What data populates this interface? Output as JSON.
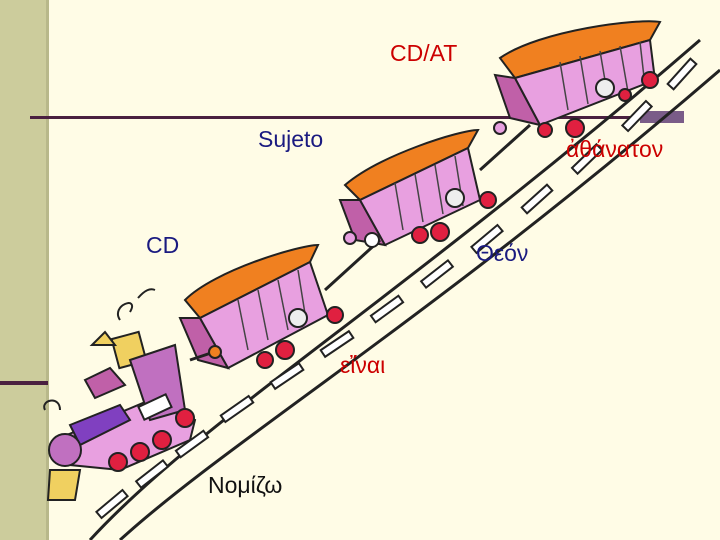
{
  "labels": {
    "cd_at": "CD/AT",
    "sujeto": "Sujeto",
    "athanaton": "ἀθάνατον",
    "cd": "CD",
    "theon": "Θεόν",
    "einai": "εἴναι",
    "nomizo": "Νομίζω"
  },
  "colors": {
    "background": "#fffce6",
    "left_band": "#cccc9c",
    "rule": "#4a2040",
    "label_red": "#cc0000",
    "label_blue": "#1a1a80",
    "label_black": "#111111"
  }
}
